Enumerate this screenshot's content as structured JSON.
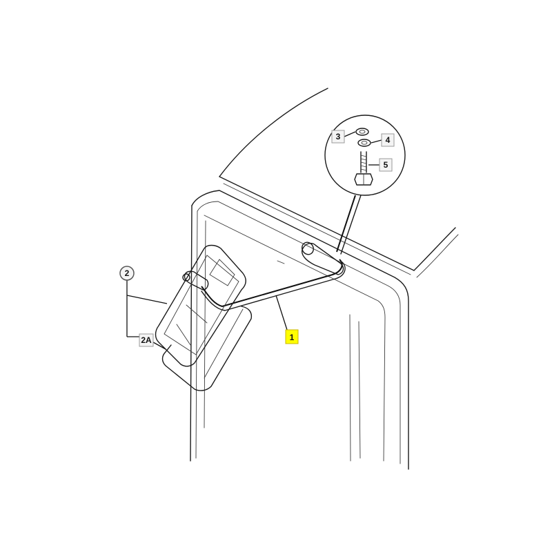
{
  "callouts": {
    "c1": {
      "label": "1",
      "highlight": "#ffff00"
    },
    "c2": {
      "label": "2"
    },
    "c2a": {
      "label": "2A"
    },
    "c3": {
      "label": "3"
    },
    "c4": {
      "label": "4"
    },
    "c5": {
      "label": "5"
    }
  },
  "colors": {
    "line": "#1a1a1a",
    "callout_border": "#9a9a9a",
    "highlight_border": "#c8b400"
  }
}
